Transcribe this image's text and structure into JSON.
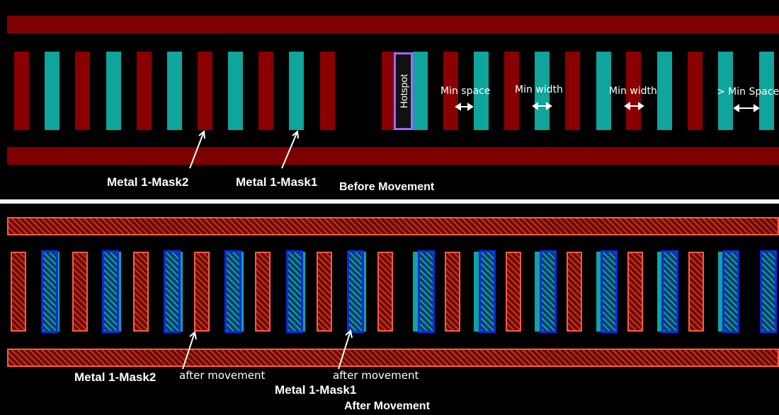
{
  "colors": {
    "background": "#000000",
    "mask2_before": "#8a0000",
    "mask1_before": "#0fa49c",
    "rail_before": "#7f0000",
    "mask2_after": "#ff5a45",
    "mask1_after_outline": "#1028e6",
    "hotspot_outline": "#9b6cff",
    "divider": "#f2f2f2"
  },
  "before": {
    "title": "Before Movement",
    "hotspot": "Hotspot",
    "mask2_label": "Metal 1-Mask2",
    "mask1_label": "Metal 1-Mask1",
    "annotations": [
      {
        "text": "Min space",
        "arrow": "double-arrow-icon"
      },
      {
        "text": "Min width",
        "arrow": "double-arrow-icon"
      },
      {
        "text": "Min width",
        "arrow": "double-arrow-icon"
      },
      {
        "text": "> Min Space",
        "arrow": "double-arrow-icon"
      }
    ]
  },
  "after": {
    "title": "After Movement",
    "mask2_label": "Metal 1-Mask2",
    "mask2_note": "after movement",
    "mask1_label": "Metal 1-Mask1",
    "mask1_note": "after movement"
  }
}
